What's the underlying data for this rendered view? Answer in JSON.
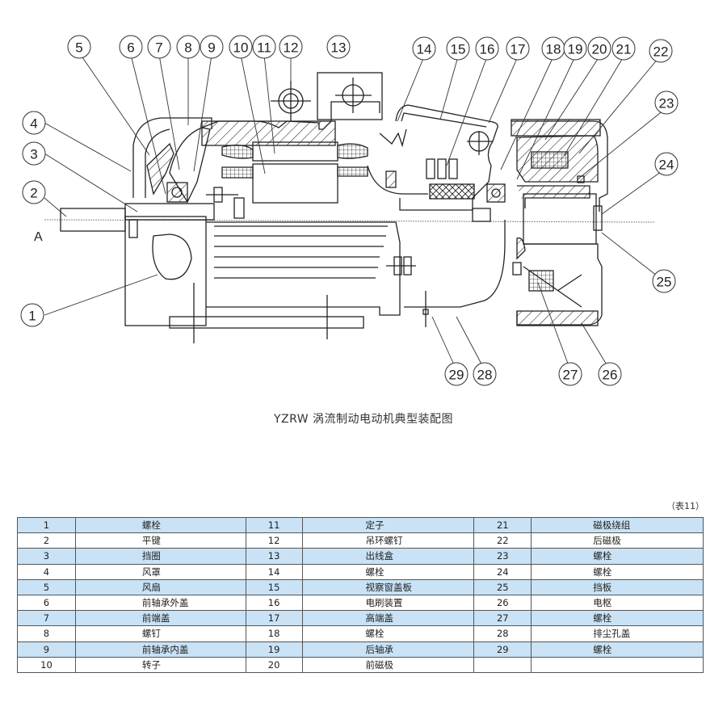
{
  "diagram": {
    "view_label": "A",
    "callouts": [
      "1",
      "2",
      "3",
      "4",
      "5",
      "6",
      "7",
      "8",
      "9",
      "10",
      "11",
      "12",
      "13",
      "14",
      "15",
      "16",
      "17",
      "18",
      "19",
      "20",
      "21",
      "22",
      "23",
      "24",
      "25",
      "26",
      "27",
      "28",
      "29"
    ]
  },
  "caption": "YZRW 涡流制动电动机典型装配图",
  "table": {
    "note": "（表11）",
    "rows": [
      [
        {
          "n": "1",
          "name": "螺栓"
        },
        {
          "n": "11",
          "name": "定子"
        },
        {
          "n": "21",
          "name": "磁极绕组"
        }
      ],
      [
        {
          "n": "2",
          "name": "平键"
        },
        {
          "n": "12",
          "name": "吊环螺钉"
        },
        {
          "n": "22",
          "name": "后磁极"
        }
      ],
      [
        {
          "n": "3",
          "name": "挡圈"
        },
        {
          "n": "13",
          "name": "出线盒"
        },
        {
          "n": "23",
          "name": "螺栓"
        }
      ],
      [
        {
          "n": "4",
          "name": "风罩"
        },
        {
          "n": "14",
          "name": "螺栓"
        },
        {
          "n": "24",
          "name": "螺栓"
        }
      ],
      [
        {
          "n": "5",
          "name": "风扇"
        },
        {
          "n": "15",
          "name": "视察窗盖板"
        },
        {
          "n": "25",
          "name": "挡板"
        }
      ],
      [
        {
          "n": "6",
          "name": "前轴承外盖"
        },
        {
          "n": "16",
          "name": "电刷装置"
        },
        {
          "n": "26",
          "name": "电枢"
        }
      ],
      [
        {
          "n": "7",
          "name": "前端盖"
        },
        {
          "n": "17",
          "name": "高端盖"
        },
        {
          "n": "27",
          "name": "螺栓"
        }
      ],
      [
        {
          "n": "8",
          "name": "螺钉"
        },
        {
          "n": "18",
          "name": "螺栓"
        },
        {
          "n": "28",
          "name": "排尘孔盖"
        }
      ],
      [
        {
          "n": "9",
          "name": "前轴承内盖"
        },
        {
          "n": "19",
          "name": "后轴承"
        },
        {
          "n": "29",
          "name": "螺栓"
        }
      ],
      [
        {
          "n": "10",
          "name": "转子"
        },
        {
          "n": "20",
          "name": "前磁极"
        },
        {
          "n": "",
          "name": ""
        }
      ]
    ]
  },
  "colors": {
    "row_shade": "#c9e2f5",
    "line": "#222222"
  }
}
